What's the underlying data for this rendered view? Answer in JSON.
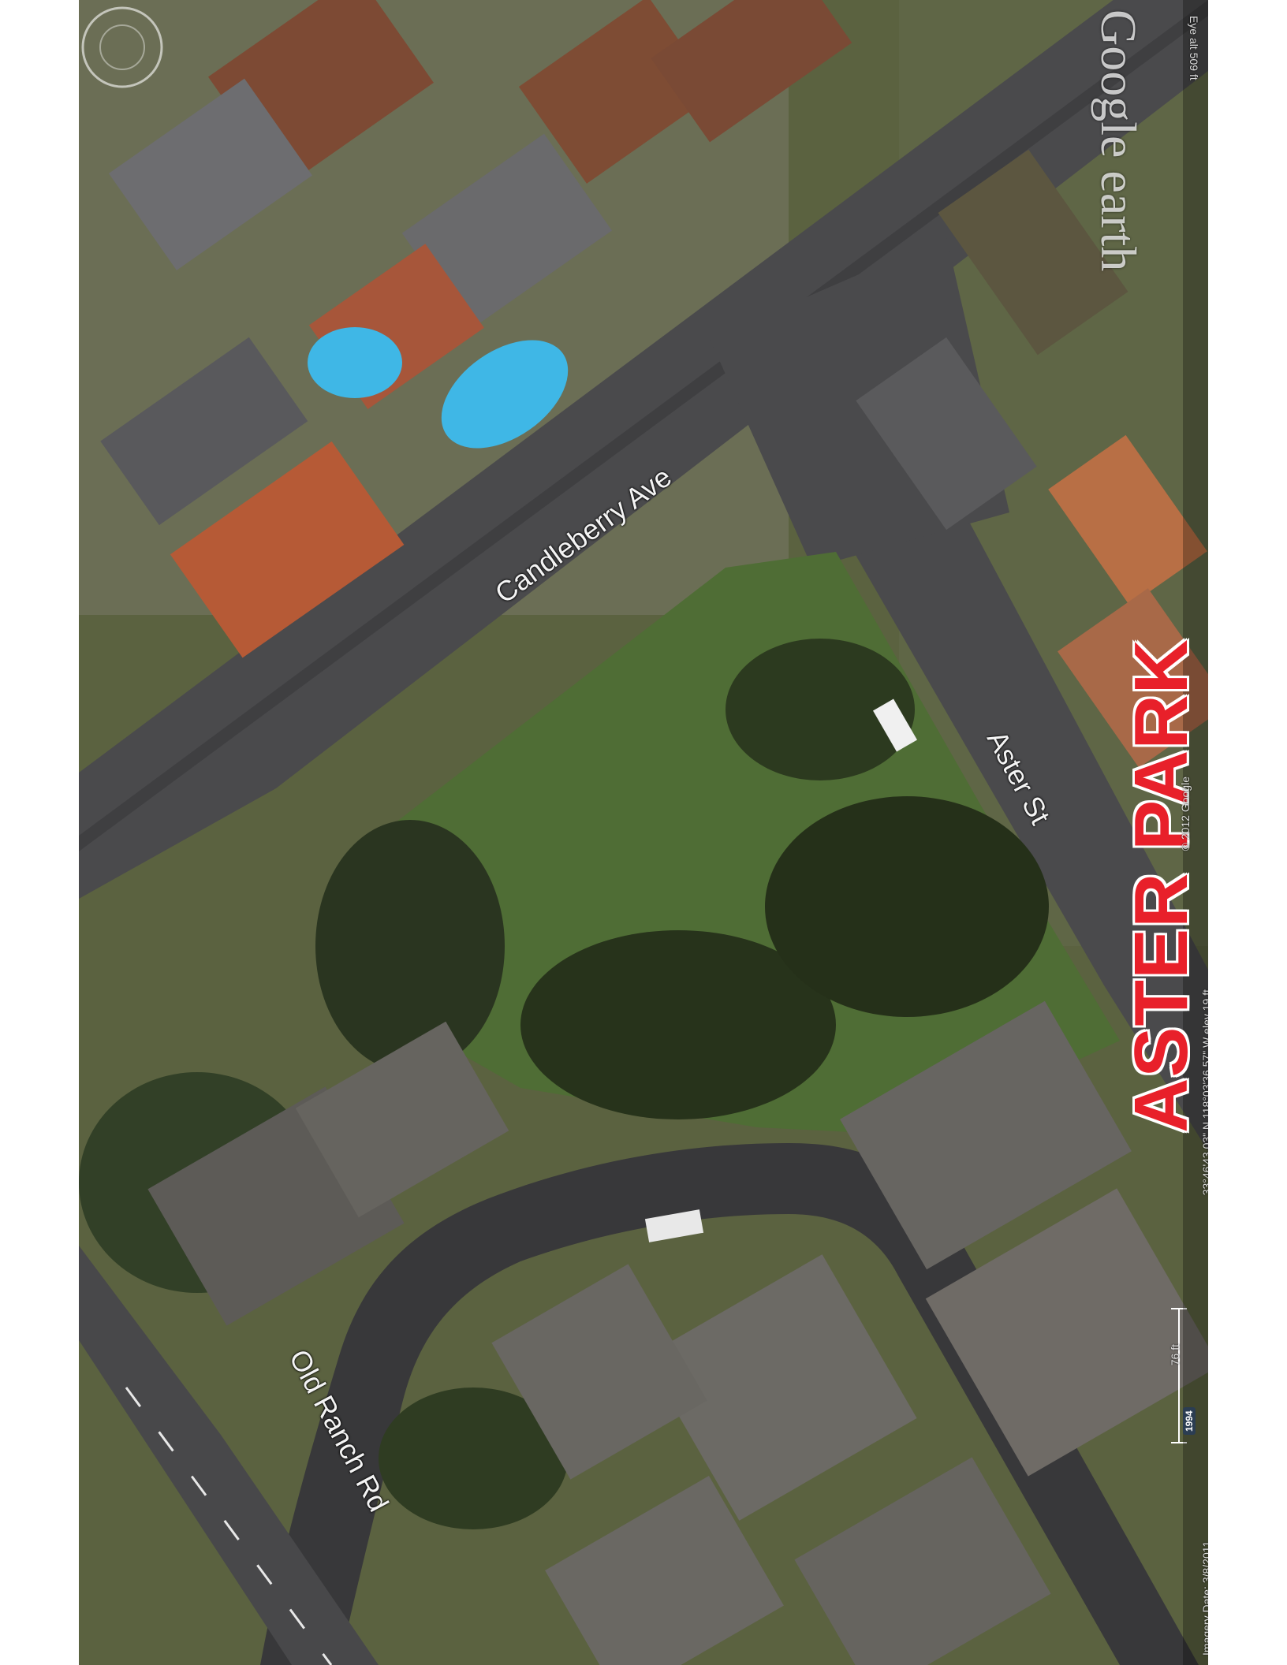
{
  "map": {
    "streets": [
      "Candleberry Ave",
      "Aster St",
      "Old Ranch Rd"
    ],
    "place_label": "ASTER PARK",
    "brand": "Google earth",
    "footer": {
      "imagery_date": "Imagery Date: 3/8/2011",
      "history_year": "1994",
      "copyright": "© 2012 Google",
      "coords": "33°46'43.03\" N 118°03'36.57\" W elev 19 ft",
      "eye_alt": "Eye alt 509 ft"
    },
    "scale_label": "76 ft",
    "colors": {
      "road": "#4a4a4c",
      "grass": "#53703a",
      "park_label": "#e8202a",
      "pool": "#3fb7e6"
    }
  }
}
